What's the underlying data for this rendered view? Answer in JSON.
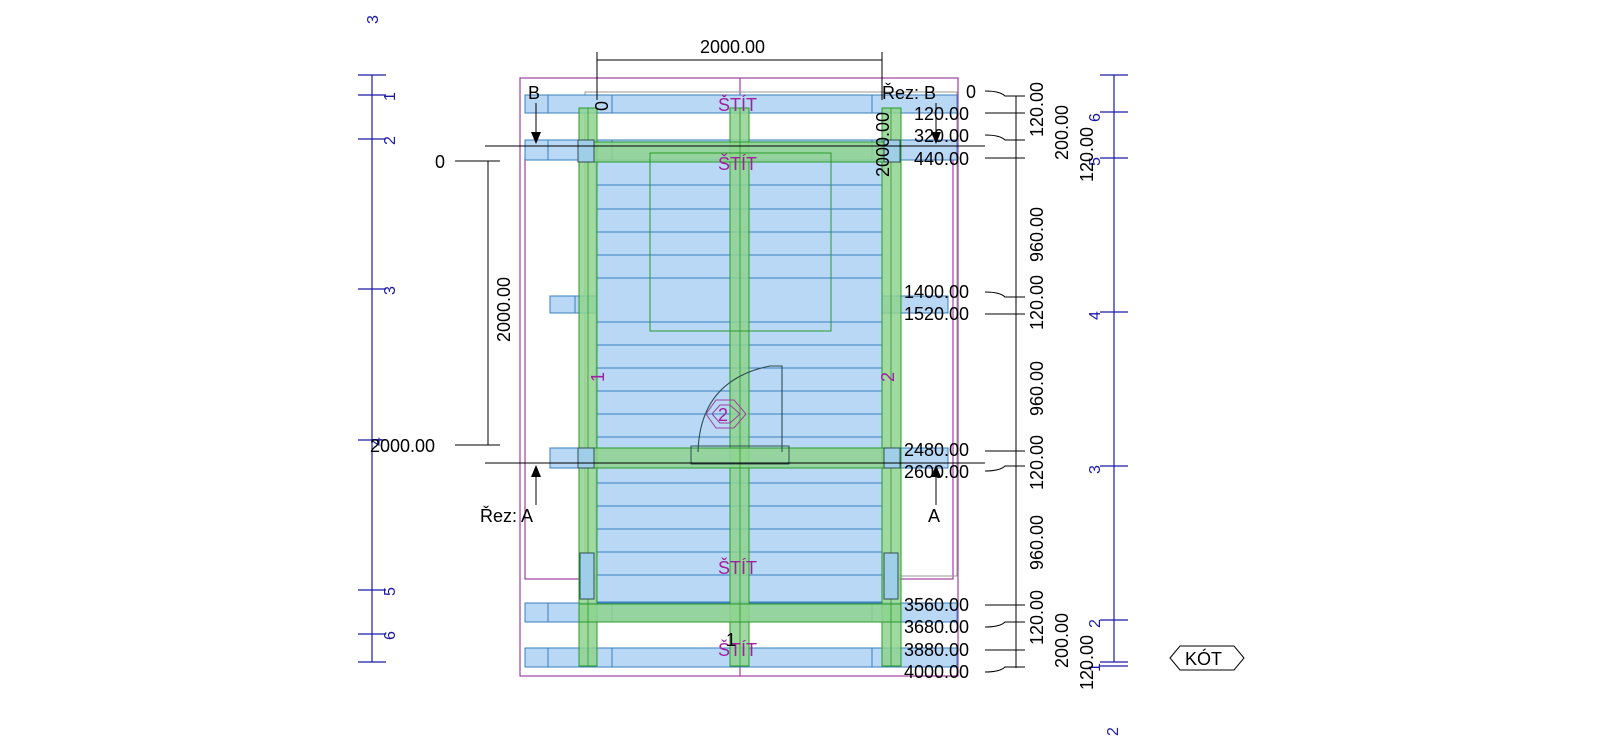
{
  "colors": {
    "beam_blue": "#b8d8f6",
    "beam_blue_stroke": "#3a7fc0",
    "beam_green": "#8fd48f",
    "beam_green_stroke": "#2a9a2a",
    "frame_purple": "#a040a0",
    "grid_blue": "#1a1aa6",
    "dimension_black": "#000000"
  },
  "grid_left": [
    "3",
    "1",
    "2",
    "3",
    "4",
    "5",
    "6"
  ],
  "grid_right": [
    "6",
    "5",
    "4",
    "3",
    "2",
    "1",
    "2"
  ],
  "top_dimension": "2000.00",
  "left_dimension": {
    "top": "0",
    "span": "2000.00",
    "bottom": "2000.00"
  },
  "top_marks": {
    "left": "0",
    "right": "2000.00"
  },
  "stit_labels": [
    "ŠTÍT",
    "ŠTÍT",
    "ŠTÍT",
    "ŠTÍT"
  ],
  "side_labels": {
    "left": "1",
    "right": "2",
    "center": "2",
    "small": "1"
  },
  "section_b": {
    "left": "B",
    "right": "Řez: B"
  },
  "section_a": {
    "left": "Řez: A",
    "right": "A"
  },
  "levels": [
    "0",
    "120.00",
    "320.00",
    "440.00",
    "1400.00",
    "1520.00",
    "2480.00",
    "2600.00",
    "3560.00",
    "3680.00",
    "3880.00",
    "4000.00"
  ],
  "right_dims": [
    "120.00",
    "200.00",
    "120.00",
    "960.00",
    "120.00",
    "960.00",
    "120.00",
    "960.00",
    "120.00",
    "200.00",
    "120.00"
  ],
  "kot_label": "KÓT"
}
